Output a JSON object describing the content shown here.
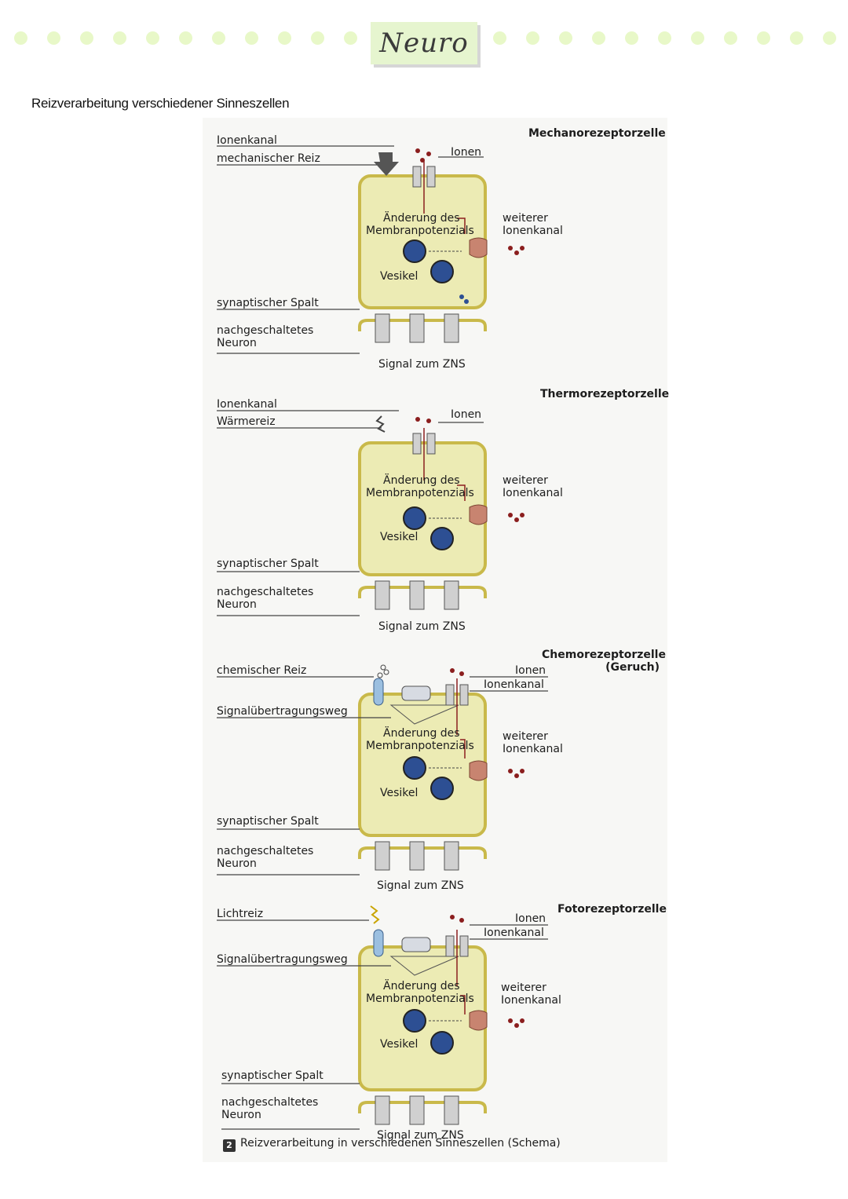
{
  "header": {
    "title": "Neuro",
    "subtitle": "Reizverarbeitung verschiedener Sinneszellen"
  },
  "colors": {
    "dot": "#e8f8c8",
    "title_bg": "#e6f5cf",
    "cell_fill": "#ecebb4",
    "cell_border": "#c9b94a",
    "vesicle": "#2d4f93",
    "ion": "#8b1e1e",
    "channel": "#c7c7c7",
    "receptor": "#c88470",
    "sensor_blue": "#9bbfe0"
  },
  "panels": [
    {
      "cell_type": "Mechanorezeptorzelle",
      "cell_type_line2": "",
      "stimulus": "mechanischer Reiz",
      "top_label_1": "Ionenkanal",
      "ions": "Ionen",
      "top_right_channel": "",
      "membrane_1": "Änderung des",
      "membrane_2": "Membranpotenzials",
      "other_channel_1": "weiterer",
      "other_channel_2": "Ionenkanal",
      "vesicle": "Vesikel",
      "cleft": "synaptischer Spalt",
      "neuron_1": "nachgeschaltetes",
      "neuron_2": "Neuron",
      "signal": "Signal zum ZNS"
    },
    {
      "cell_type": "Thermorezeptorzelle",
      "cell_type_line2": "",
      "stimulus": "Wärmereiz",
      "top_label_1": "Ionenkanal",
      "ions": "Ionen",
      "top_right_channel": "",
      "membrane_1": "Änderung des",
      "membrane_2": "Membranpotenzials",
      "other_channel_1": "weiterer",
      "other_channel_2": "Ionenkanal",
      "vesicle": "Vesikel",
      "cleft": "synaptischer Spalt",
      "neuron_1": "nachgeschaltetes",
      "neuron_2": "Neuron",
      "signal": "Signal zum ZNS"
    },
    {
      "cell_type": "Chemorezeptorzelle",
      "cell_type_line2": "(Geruch)",
      "stimulus": "chemischer Reiz",
      "top_label_1": "Signalübertragungsweg",
      "ions": "Ionen",
      "top_right_channel": "Ionenkanal",
      "membrane_1": "Änderung des",
      "membrane_2": "Membranpotenzials",
      "other_channel_1": "weiterer",
      "other_channel_2": "Ionenkanal",
      "vesicle": "Vesikel",
      "cleft": "synaptischer Spalt",
      "neuron_1": "nachgeschaltetes",
      "neuron_2": "Neuron",
      "signal": "Signal zum ZNS"
    },
    {
      "cell_type": "Fotorezeptorzelle",
      "cell_type_line2": "",
      "stimulus": "Lichtreiz",
      "top_label_1": "Signalübertragungsweg",
      "ions": "Ionen",
      "top_right_channel": "Ionenkanal",
      "membrane_1": "Änderung des",
      "membrane_2": "Membranpotenzials",
      "other_channel_1": "weiterer",
      "other_channel_2": "Ionenkanal",
      "vesicle": "Vesikel",
      "cleft": "synaptischer Spalt",
      "neuron_1": "nachgeschaltetes",
      "neuron_2": "Neuron",
      "signal": "Signal zum ZNS"
    }
  ],
  "caption": {
    "number": "2",
    "text": "Reizverarbeitung in verschiedenen Sinneszellen (Schema)"
  }
}
